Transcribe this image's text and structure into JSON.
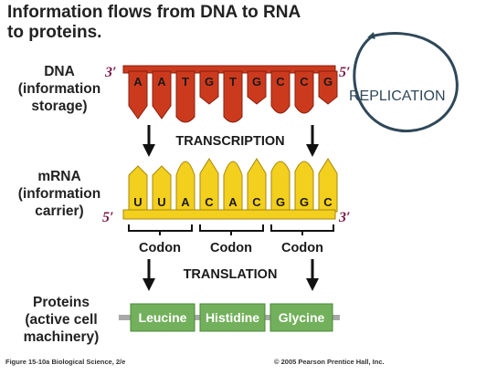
{
  "title_line1": "Information flows from DNA to RNA",
  "title_line2": "to proteins.",
  "dna_label": [
    "DNA",
    "(information",
    "storage)"
  ],
  "mrna_label": [
    "mRNA",
    "(information",
    "carrier)"
  ],
  "protein_label": [
    "Proteins",
    "(active cell",
    "machinery)"
  ],
  "dna_bases": [
    "A",
    "A",
    "T",
    "G",
    "T",
    "G",
    "C",
    "C",
    "G"
  ],
  "mrna_bases": [
    "U",
    "U",
    "A",
    "C",
    "A",
    "C",
    "G",
    "G",
    "C"
  ],
  "dna_prime_left": "3′",
  "dna_prime_right": "5′",
  "mrna_prime_left": "5′",
  "mrna_prime_right": "3′",
  "transcription": "TRANSCRIPTION",
  "translation": "TRANSLATION",
  "replication": "REPLICATION",
  "codons": [
    "Codon",
    "Codon",
    "Codon"
  ],
  "amino_acids": [
    "Leucine",
    "Histidine",
    "Glycine"
  ],
  "figure_caption": "Figure 15-10a  Biological Science, 2/e",
  "copyright": "© 2005 Pearson Prentice Hall, Inc.",
  "colors": {
    "dna_strand": "#cc3a1e",
    "dna_edge": "#8a1f0c",
    "mrna_strand": "#f3cf1e",
    "mrna_edge": "#a88a0c",
    "protein_box": "#72b05b",
    "replication_arrow": "#2f4858",
    "prime": "#7a1b4a"
  }
}
